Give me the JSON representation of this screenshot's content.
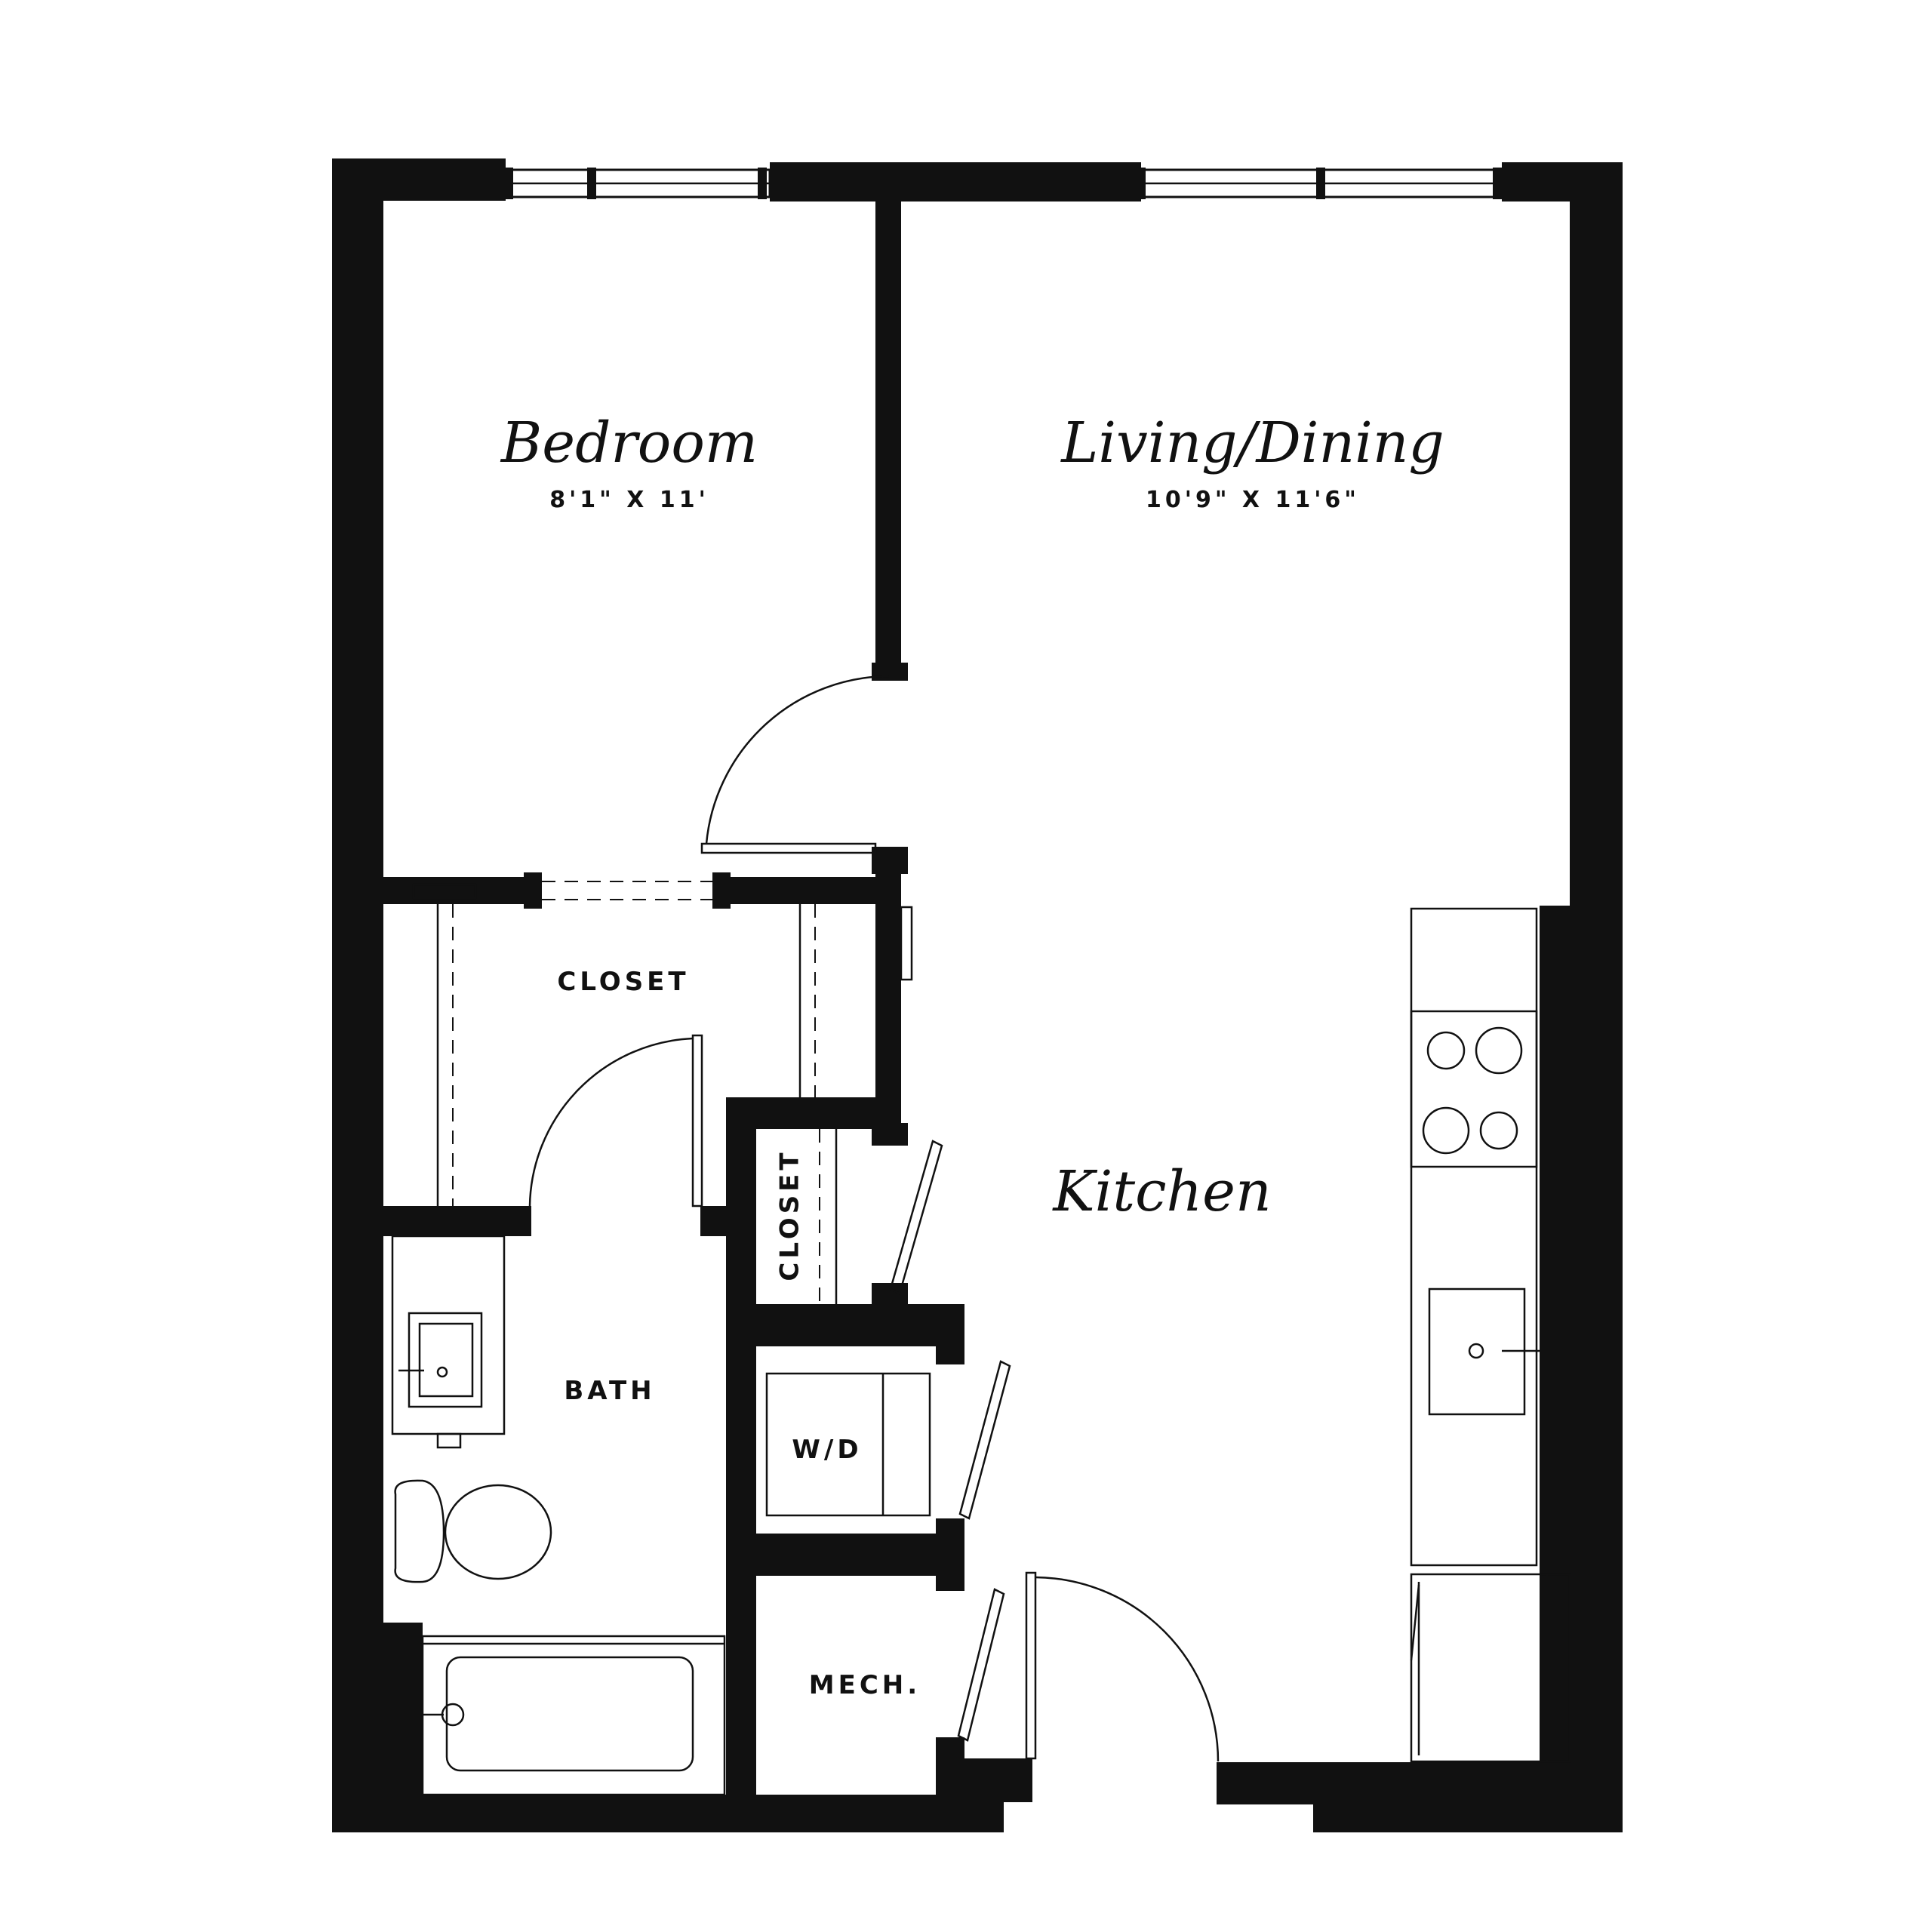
{
  "rooms": {
    "bedroom": {
      "name": "Bedroom",
      "dimensions": "8'1\" X 11'"
    },
    "living_dining": {
      "name": "Living/Dining",
      "dimensions": "10'9\" X 11'6\""
    },
    "kitchen": {
      "name": "Kitchen"
    },
    "closet_main": {
      "name": "CLOSET"
    },
    "closet_small": {
      "name": "CLOSET"
    },
    "bath": {
      "name": "BATH"
    },
    "washer_dryer": {
      "name": "W/D"
    },
    "mech": {
      "name": "MECH."
    }
  },
  "colors": {
    "wall": "#111111",
    "background": "#ffffff"
  }
}
